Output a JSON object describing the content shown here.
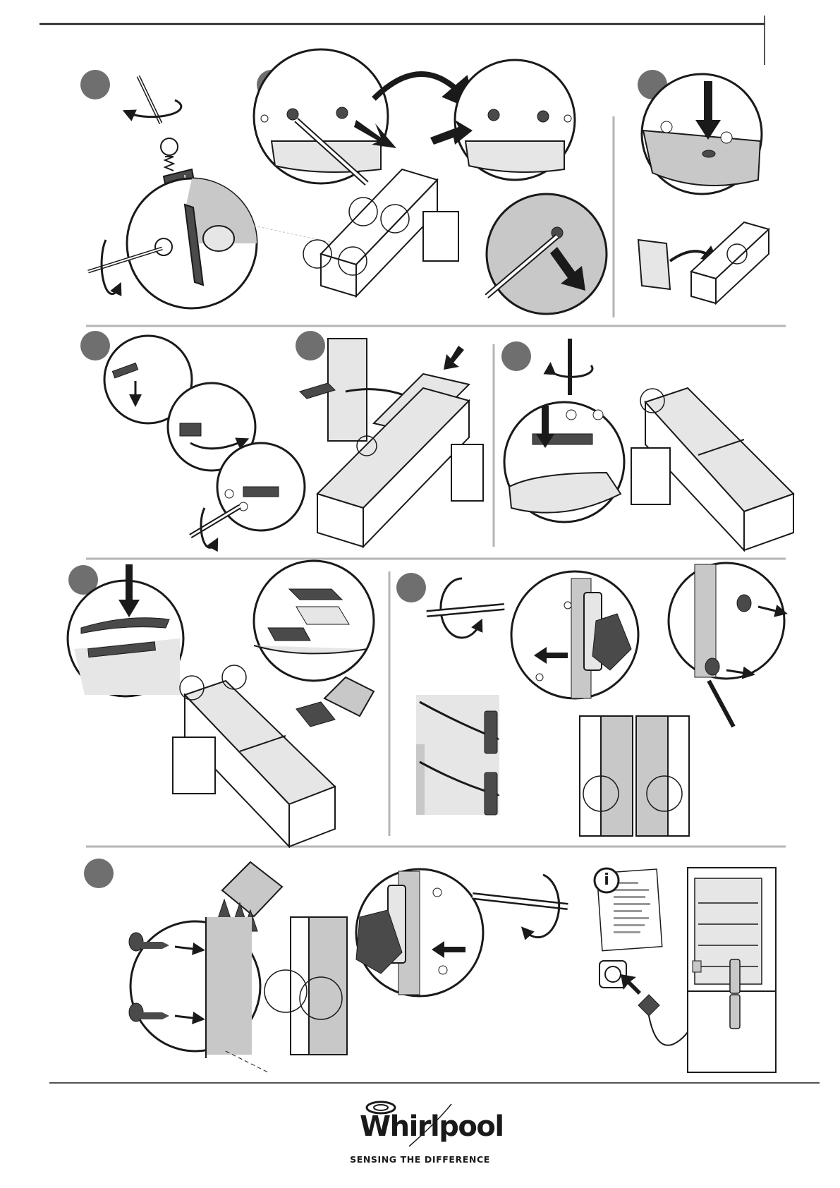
{
  "document": {
    "type": "installation-instructions-door-reversal",
    "steps_shown": 9
  },
  "brand": {
    "name": "Whirlpool",
    "tagline": "SENSING THE DIFFERENCE"
  },
  "info_sheet": {
    "icon": "info-icon",
    "glyph": "i"
  },
  "colors": {
    "step_marker": "#6f6f6f",
    "line": "#1a1a1a",
    "panel_fill": "#c8c8c8",
    "light_fill": "#e6e6e6",
    "divider": "#b5b5b5"
  },
  "icons": [
    "rotate-arrow-icon",
    "arrow-icon",
    "screwdriver-icon",
    "screw-icon",
    "hinge-icon",
    "plug-icon",
    "socket-icon",
    "glove-icon",
    "info-icon"
  ]
}
